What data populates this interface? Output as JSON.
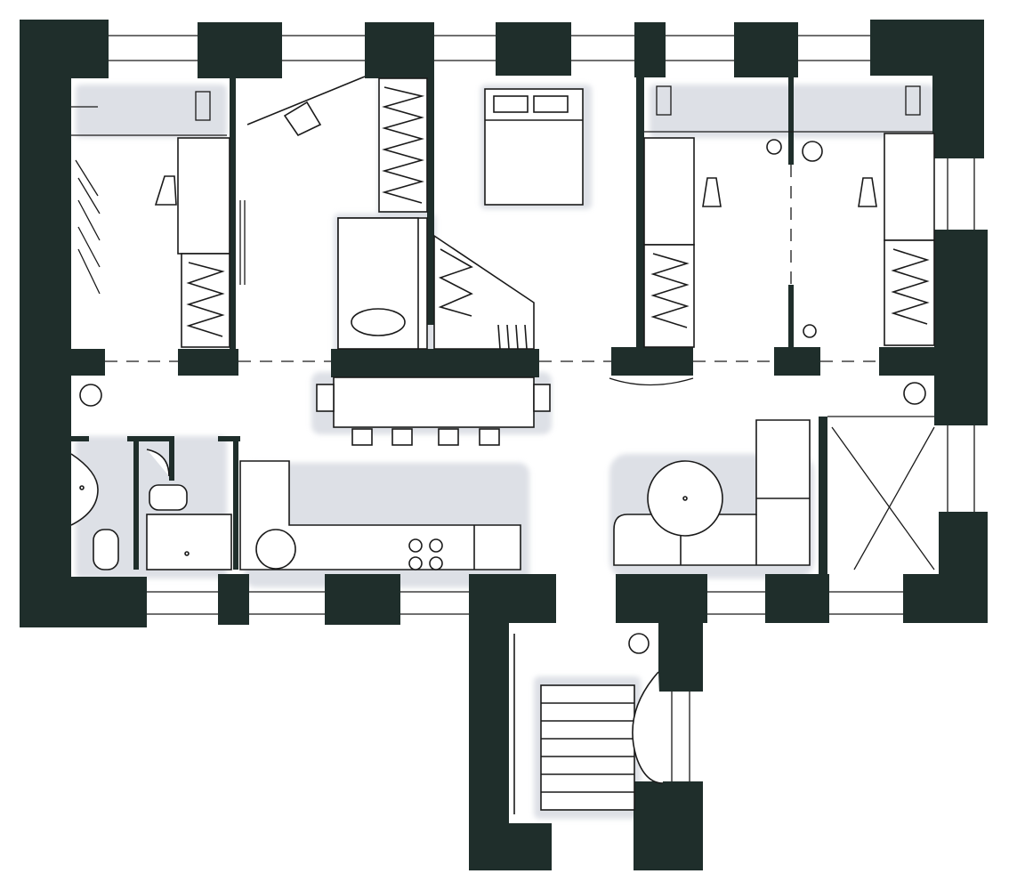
{
  "plan": {
    "wall_color": "#1f2e2b",
    "line_color": "#1a1a1a",
    "shadow_color": "#cfd3dc",
    "paper_color": "#ffffff",
    "rooms": [
      {
        "name": "bedroom-left"
      },
      {
        "name": "walk-in-closet"
      },
      {
        "name": "master-bedroom"
      },
      {
        "name": "bedroom-right"
      },
      {
        "name": "hallway"
      },
      {
        "name": "bathroom"
      },
      {
        "name": "kitchen"
      },
      {
        "name": "living-area"
      },
      {
        "name": "entry-stair"
      }
    ],
    "furniture": [
      "double-bed",
      "desk-left",
      "desk-right-1",
      "desk-right-2",
      "wardrobe-1",
      "wardrobe-2",
      "wardrobe-3",
      "wardrobe-4",
      "wardrobe-5",
      "dining-table",
      "dining-chairs",
      "bathtub",
      "toilet",
      "sink",
      "shower",
      "stove",
      "round-table",
      "corner-sofa",
      "stair-treads"
    ]
  }
}
